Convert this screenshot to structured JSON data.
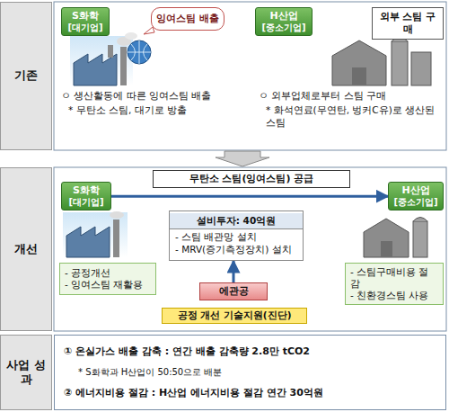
{
  "diagram": {
    "nodes": [
      {
        "text": [
          "기존"
        ]
      },
      {
        "text": [
          "S화학",
          "[대기업]"
        ]
      },
      {
        "text": [
          "잉여스팀 배출"
        ]
      },
      {
        "text": [
          "H산업",
          "[중소기업]"
        ]
      },
      {
        "text": [
          "외부 스팀 구매"
        ]
      },
      {
        "text": [
          "개선"
        ]
      },
      {
        "text": [
          "S화학",
          "[대기업]"
        ]
      },
      {
        "text": [
          "무탄소 스팀(잉여스팀) 공급"
        ]
      },
      {
        "text": [
          "H산업",
          "[중소기업]"
        ]
      },
      {
        "text": [
          "설비투자: 40억원",
          "- 스팀 배관망 설치",
          "- MRV(증기측정장치) 설치"
        ]
      },
      {
        "text": [
          "에관공"
        ]
      },
      {
        "text": [
          "공정 개선 기술지원(진단)"
        ]
      },
      {
        "text": [
          "- 공정개선",
          "- 잉여스팀 재활용"
        ]
      },
      {
        "text": [
          "- 스팀구매비용 절감",
          "- 친환경스팀 사용"
        ]
      },
      {
        "text": [
          "사업 성과"
        ]
      },
      {
        "text": [
          "① 온실가스 배출 감축 : 연간 배출 감축량 2.8만 tCO2",
          "* S화학과 H산업이 50:50으로 배분",
          "② 에너지비용 절감 : H산업 에너지비용 절감 연간 30억원"
        ]
      }
    ],
    "edges": [
      {
        "from": 6,
        "to": 8,
        "arrow": "to"
      },
      {
        "from": 10,
        "to": 9,
        "arrow": "to"
      }
    ],
    "labels": [
      "ㅇ 생산활동에 따른 잉여스팀 배출",
      "* 무탄소 스팀, 대기로 방출",
      "ㅇ 외부업체로부터 스팀 구매",
      "* 화석연료(무연탄, 벙커C유)로 생산된 스팀"
    ]
  }
}
